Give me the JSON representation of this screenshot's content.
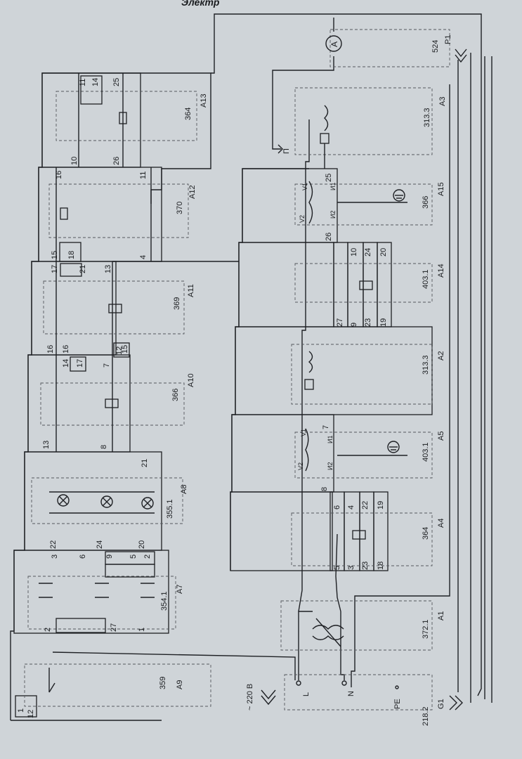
{
  "header": {
    "title_fragment": "Электр"
  },
  "modules": [
    {
      "id": "A1",
      "code": "372.1"
    },
    {
      "id": "A2",
      "code": "313.3"
    },
    {
      "id": "A3",
      "code": "313.3"
    },
    {
      "id": "A4",
      "code": "364"
    },
    {
      "id": "A5",
      "code": "403.1"
    },
    {
      "id": "A7",
      "code": "354.1"
    },
    {
      "id": "A8",
      "code": "355.1"
    },
    {
      "id": "A9",
      "code": "359"
    },
    {
      "id": "A10",
      "code": "366"
    },
    {
      "id": "A11",
      "code": "369"
    },
    {
      "id": "A12",
      "code": "370"
    },
    {
      "id": "A13",
      "code": "364"
    },
    {
      "id": "A14",
      "code": "403.1"
    },
    {
      "id": "A15",
      "code": "366"
    },
    {
      "id": "G1",
      "code": "218.2"
    },
    {
      "id": "P1",
      "code": "524"
    }
  ],
  "supply": {
    "voltage": "~ 220 В",
    "phase": "L",
    "neutral": "N",
    "earth": "PE"
  },
  "meter": {
    "symbol": "A"
  },
  "output_label": "П",
  "terminals": {
    "a7": [
      "2",
      "3",
      "6",
      "9",
      "5",
      "2",
      "27",
      "1"
    ],
    "a8": [
      "22",
      "24",
      "20",
      "21"
    ],
    "a9": [
      "1",
      "12"
    ],
    "a10": [
      "13",
      "8",
      "14",
      "17",
      "7",
      "12",
      "16",
      "15"
    ],
    "a11": [
      "16",
      "17",
      "21",
      "13"
    ],
    "a12": [
      "15",
      "18",
      "16",
      "11",
      "4"
    ],
    "a15": [
      "10",
      "26",
      "11",
      "14",
      "25"
    ],
    "a4": [
      "5",
      "3",
      "23",
      "18",
      "6",
      "4",
      "22",
      "19"
    ],
    "a5": [
      "8",
      "7"
    ],
    "a13": [
      "27",
      "9",
      "23",
      "19",
      "10",
      "24",
      "20"
    ],
    "a14": [
      "26",
      "25"
    ]
  },
  "winding_labels": {
    "v1": "V1",
    "v2": "V2",
    "i1": "И1",
    "i2": "И2"
  }
}
